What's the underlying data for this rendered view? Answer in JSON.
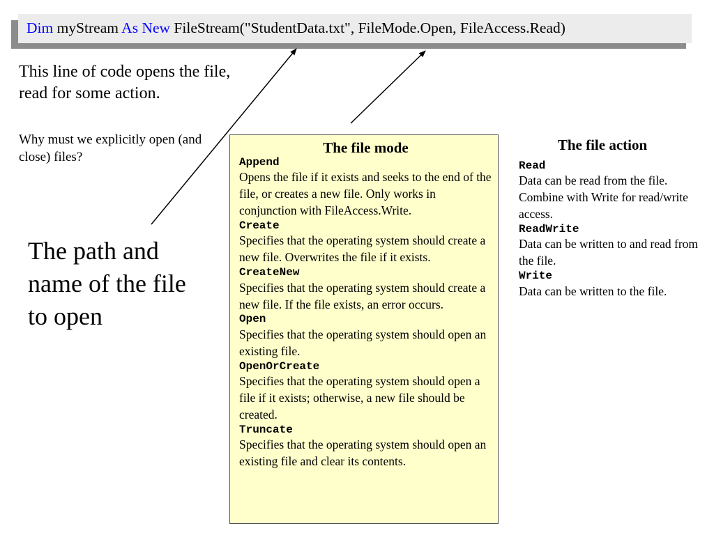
{
  "code_line": {
    "kw_dim": "Dim",
    "stream_name": " myStream ",
    "kw_as_new": "As New",
    "constructor": " FileStream(\"StudentData.txt\", FileMode.Open, FileAccess.Read)"
  },
  "intro_text": "This line of code opens the file, read for some action.",
  "question_text": "Why must we explicitly open (and close) files?",
  "path_note": "The path and name of the file to open",
  "file_mode": {
    "title": "The file mode",
    "options": [
      {
        "name": "Append",
        "desc": "Opens the file if it exists and seeks to the end of the file, or creates a new file. Only works in conjunction with FileAccess.Write."
      },
      {
        "name": "Create",
        "desc": "Specifies that the operating system should create a new file. Overwrites the file if it exists."
      },
      {
        "name": "CreateNew",
        "desc": "Specifies that the operating system should create a new file. If the file exists, an error occurs."
      },
      {
        "name": "Open",
        "desc": "Specifies that the operating system should open an existing file."
      },
      {
        "name": "OpenOrCreate",
        "desc": "Specifies that the operating system should open a file if it exists; otherwise, a new file should be created."
      },
      {
        "name": "Truncate",
        "desc": "Specifies that the operating system should open an existing file and clear its contents."
      }
    ]
  },
  "file_action": {
    "title": "The file action",
    "options": [
      {
        "name": "Read",
        "desc": "Data can be read from the file. Combine with Write for read/write access."
      },
      {
        "name": "ReadWrite",
        "desc": "Data can be written to and read from the file."
      },
      {
        "name": "Write",
        "desc": "Data can be written to the file."
      }
    ]
  },
  "colors": {
    "keyword": "#0000ff",
    "note_box_bg": "#ffffcc",
    "code_bg": "#ececec",
    "code_shadow": "#8c8c8c"
  }
}
